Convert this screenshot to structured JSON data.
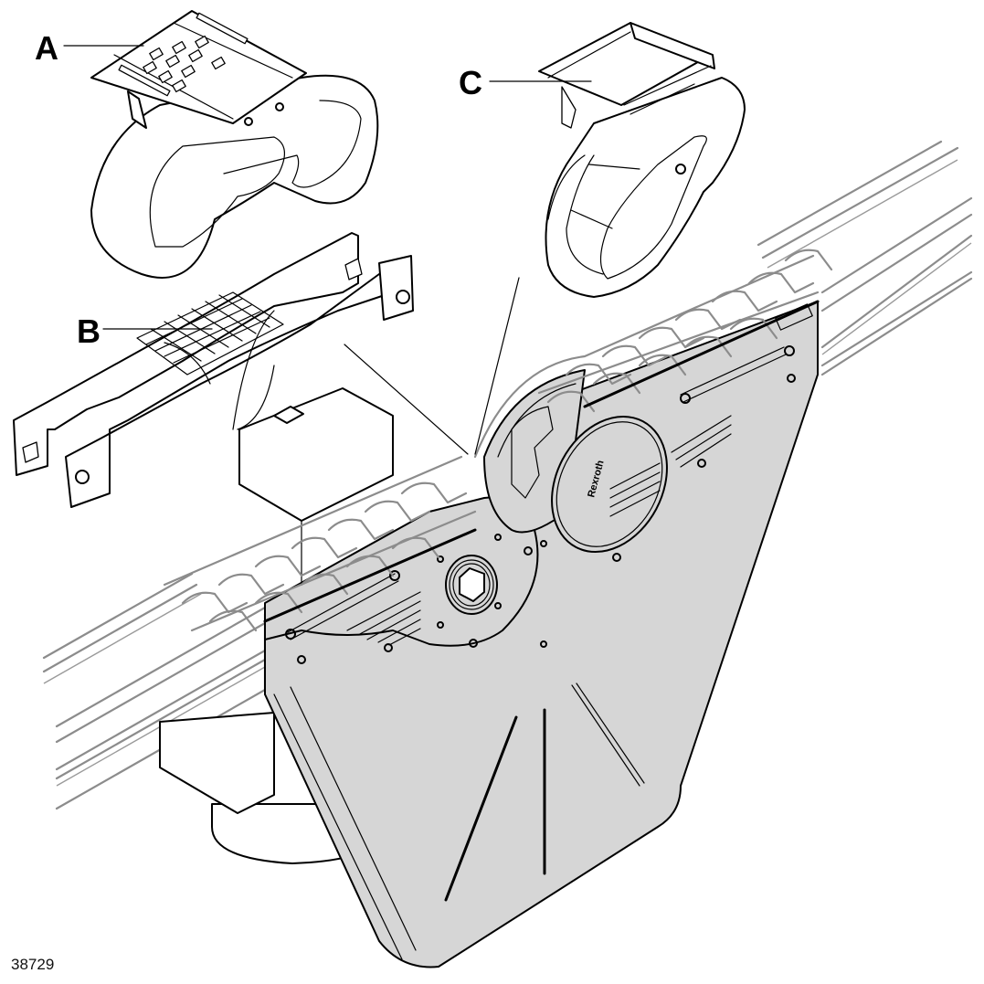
{
  "figure": {
    "figure_number": "38729",
    "callouts": [
      {
        "id": "A",
        "label": "A"
      },
      {
        "id": "B",
        "label": "B"
      },
      {
        "id": "C",
        "label": "C"
      }
    ],
    "brand_logo_text": "Rexroth"
  },
  "colors": {
    "housing_fill": "#d6d6d6",
    "line": "#000000",
    "chain_outline": "#8c8c8c",
    "background": "#ffffff"
  }
}
